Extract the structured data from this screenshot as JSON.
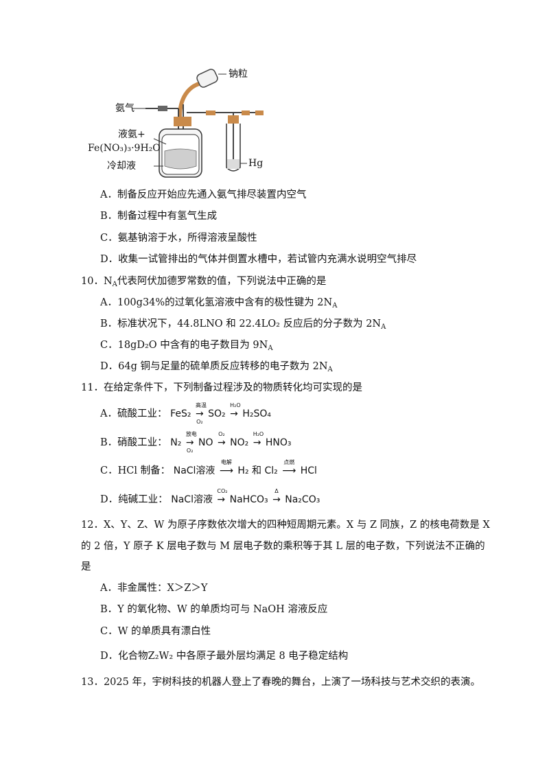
{
  "figure": {
    "label_sodium": "钠粒",
    "label_ammonia": "氨气",
    "label_liquid_ammonia": "液氨+",
    "label_ferric_formula": "Fe(NO₃)₃·9H₂O",
    "label_coolant": "冷却液",
    "label_mercury": "Hg"
  },
  "q9": {
    "options": [
      {
        "key": "A．",
        "text": "制备反应开始应先通入氨气排尽装置内空气"
      },
      {
        "key": "B．",
        "text": "制备过程中有氢气生成"
      },
      {
        "key": "C．",
        "text": "氨基钠溶于水，所得溶液呈酸性"
      },
      {
        "key": "D．",
        "text": "收集一试管排出的气体并倒置水槽中，若试管内充满水说明空气排尽"
      }
    ]
  },
  "q10": {
    "number": "10．",
    "stem_a": "N",
    "stem_sub": "A",
    "stem_b": "代表阿伏加德罗常数的值，下列说法中正确的是",
    "options": [
      {
        "key": "A．",
        "text": "100g34%的过氧化氢溶液中含有的极性键为 2N",
        "sub": "A"
      },
      {
        "key": "B．",
        "text": "标准状况下，44.8LNO 和 22.4LO₂ 反应后的分子数为 2N",
        "sub": "A"
      },
      {
        "key": "C．",
        "text": "18gD₂O 中含有的电子数目为 9N",
        "sub": "A"
      },
      {
        "key": "D．",
        "text": "64g 铜与足量的硫单质反应转移的电子数为 2N",
        "sub": "A"
      }
    ]
  },
  "q11": {
    "number": "11．",
    "stem": "在给定条件下，下列制备过程涉及的物质转化均可实现的是",
    "options": [
      {
        "key": "A．",
        "label": "硫酸工业：",
        "f1": "FeS₂",
        "c1a": "高温",
        "c1b": "O₂",
        "f2": "SO₂",
        "c2": "H₂O",
        "f3": "H₂SO₄"
      },
      {
        "key": "B．",
        "label": "硝酸工业：",
        "f1": "N₂",
        "c1a": "放电",
        "c1b": "O₂",
        "f2": "NO",
        "c2": "O₂",
        "f3": "NO₂",
        "c3": "H₂O",
        "f4": "HNO₃"
      },
      {
        "key": "C．",
        "label": "HCl 制备：",
        "f1": "NaCl溶液",
        "c1": "电解",
        "f2": "H₂",
        "mid": "和",
        "f3": "Cl₂",
        "c2": "点燃",
        "f4": "HCl"
      },
      {
        "key": "D．",
        "label": "纯碱工业：",
        "f1": "NaCl溶液",
        "c1": "CO₂",
        "f2": "NaHCO₃",
        "c2": "Δ",
        "f3": "Na₂CO₃"
      }
    ]
  },
  "q12": {
    "number": "12．",
    "stem_line1": "X、Y、Z、W 为原子序数依次增大的四种短周期元素。X 与 Z 同族，Z 的核电荷数是 X",
    "stem_line2": "的 2 倍，Y 原子 K 层电子数与 M 层电子数的乘积等于其 L 层的电子数，下列说法不正确的",
    "stem_line3": "是",
    "options": [
      {
        "key": "A．",
        "text": "非金属性：X＞Z＞Y"
      },
      {
        "key": "B．",
        "text": "Y 的氧化物、W 的单质均可与 NaOH 溶液反应"
      },
      {
        "key": "C．",
        "text": "W 的单质具有漂白性"
      },
      {
        "key": "D．",
        "text": "化合物Z₂W₂ 中各原子最外层均满足 8 电子稳定结构"
      }
    ]
  },
  "q13": {
    "number": "13．",
    "stem": "2025 年，宇树科技的机器人登上了春晚的舞台，上演了一场科技与艺术交织的表演。"
  }
}
